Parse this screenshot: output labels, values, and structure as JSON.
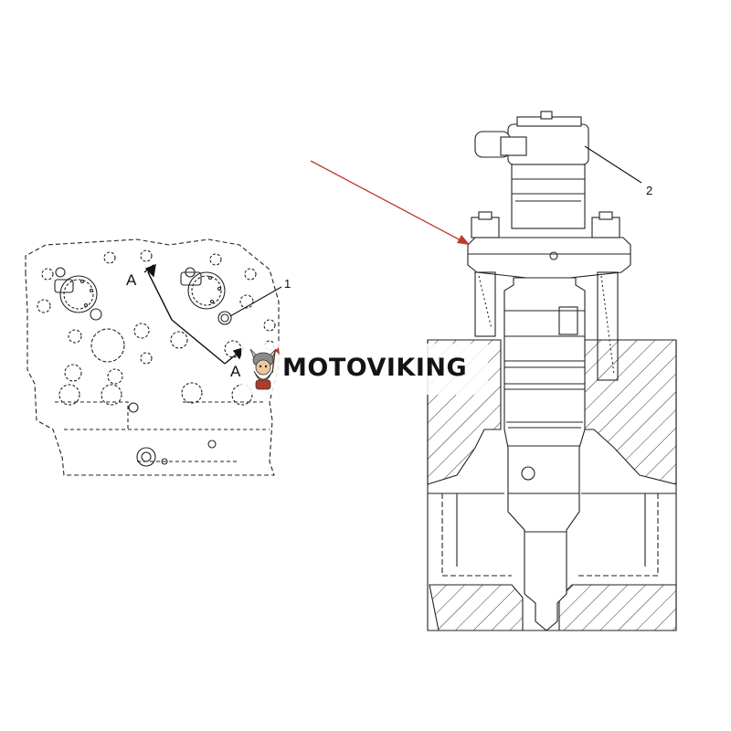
{
  "diagram": {
    "callouts": {
      "left_part": "1",
      "right_part": "2"
    },
    "section_letters": {
      "top": "A",
      "bottom": "A"
    },
    "arrow_color": "#c0392b",
    "line_color": "#222222"
  },
  "watermark": {
    "brand": "MOTOVIKING",
    "logo_icon": "viking-mascot-icon"
  }
}
